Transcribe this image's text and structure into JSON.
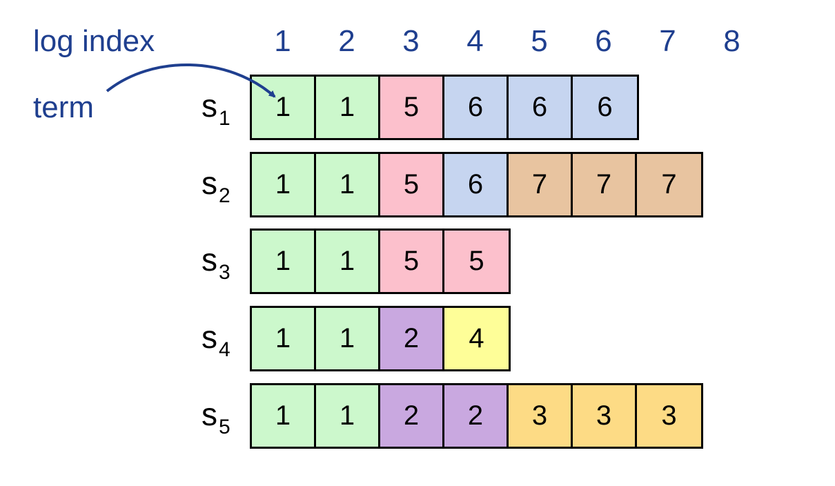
{
  "labels": {
    "log_index": "log index",
    "term": "term"
  },
  "indices": [
    "1",
    "2",
    "3",
    "4",
    "5",
    "6",
    "7",
    "8"
  ],
  "colors": {
    "1": "#ccf8cc",
    "2": "#c9a8e0",
    "3": "#fddb85",
    "4": "#fefe98",
    "5": "#fcc0cc",
    "6": "#c6d5f0",
    "7": "#e8c4a0"
  },
  "servers": [
    {
      "name": "s",
      "sub": "1",
      "terms": [
        "1",
        "1",
        "5",
        "6",
        "6",
        "6"
      ]
    },
    {
      "name": "s",
      "sub": "2",
      "terms": [
        "1",
        "1",
        "5",
        "6",
        "7",
        "7",
        "7"
      ]
    },
    {
      "name": "s",
      "sub": "3",
      "terms": [
        "1",
        "1",
        "5",
        "5"
      ]
    },
    {
      "name": "s",
      "sub": "4",
      "terms": [
        "1",
        "1",
        "2",
        "4"
      ]
    },
    {
      "name": "s",
      "sub": "5",
      "terms": [
        "1",
        "1",
        "2",
        "2",
        "3",
        "3",
        "3"
      ]
    }
  ]
}
